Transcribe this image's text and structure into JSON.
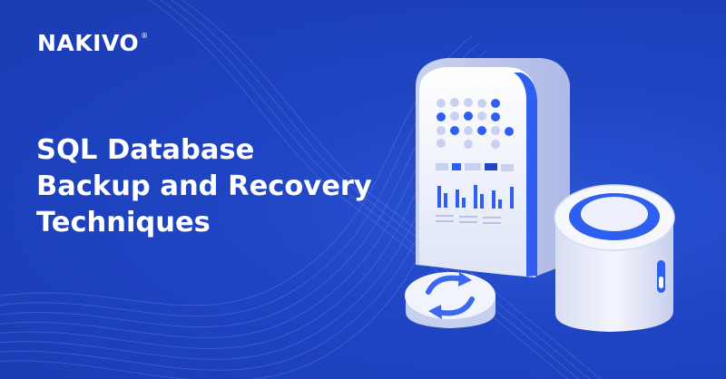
{
  "brand": {
    "name": "NAKIVO",
    "registered_mark": "®"
  },
  "headline": {
    "lines": [
      "SQL Database",
      "Backup and Recovery",
      "Techniques"
    ]
  },
  "illustration": {
    "icons": [
      "server-icon",
      "database-icon",
      "sync-icon"
    ]
  },
  "colors": {
    "background": "#1f45c4",
    "accent_blue": "#2f5ff0",
    "surface": "#eef1fb",
    "text": "#ffffff"
  }
}
